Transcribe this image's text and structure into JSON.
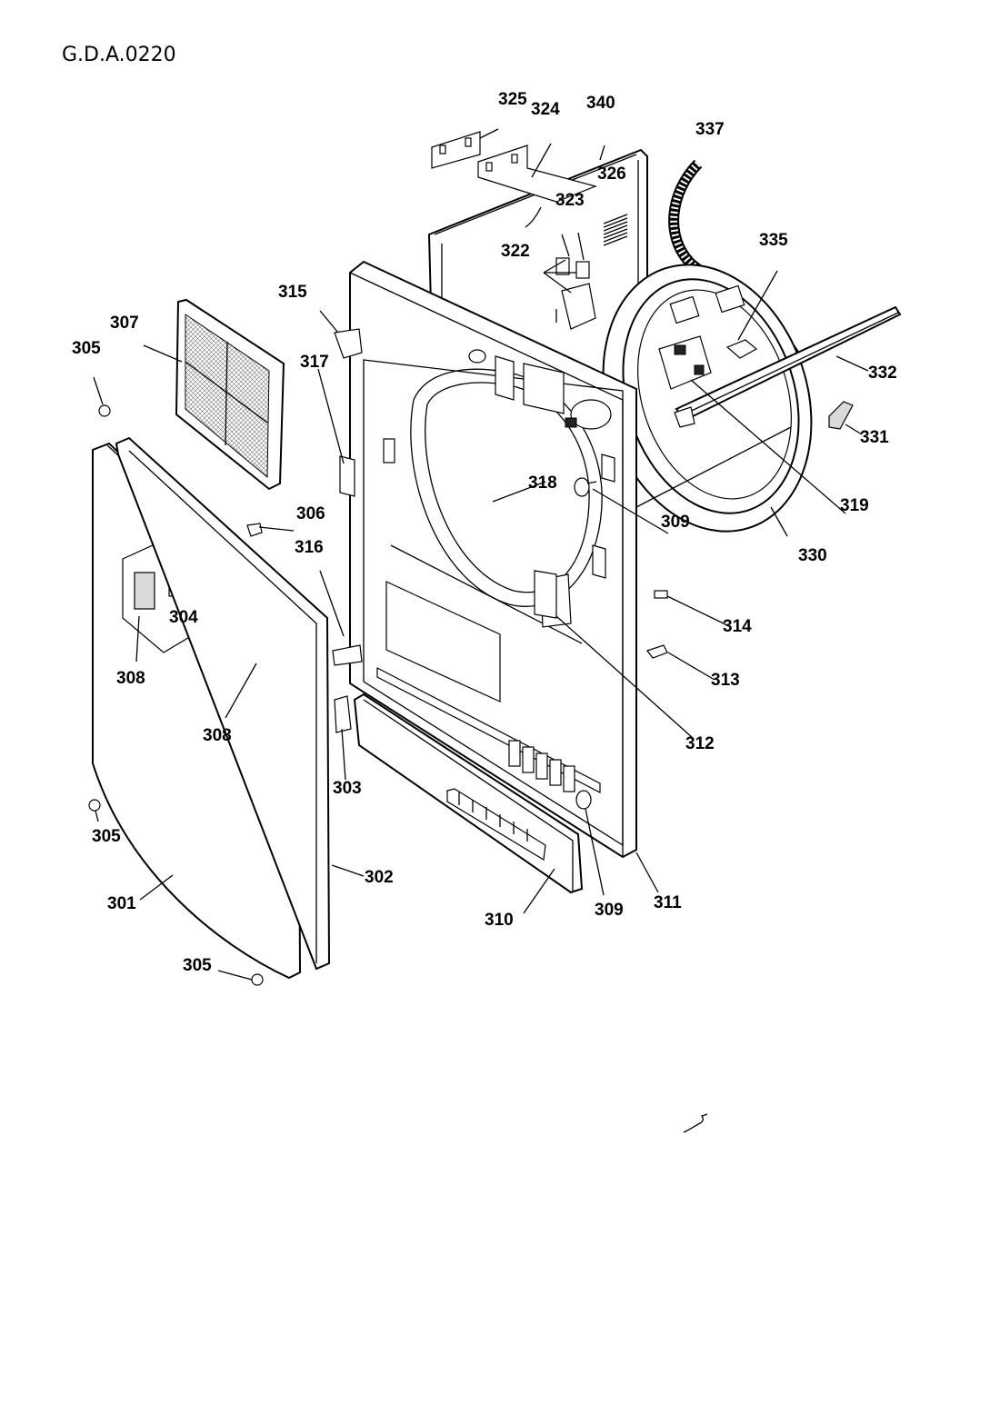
{
  "document": {
    "code": "G.D.A.0220"
  },
  "labels": [
    "325",
    "324",
    "340",
    "337",
    "326",
    "323",
    "322",
    "335",
    "315",
    "307",
    "305",
    "317",
    "332",
    "331",
    "318",
    "319",
    "309",
    "306",
    "330",
    "316",
    "314",
    "304",
    "313",
    "308",
    "312",
    "308",
    "303",
    "305",
    "302",
    "301",
    "310",
    "309",
    "311",
    "305"
  ]
}
